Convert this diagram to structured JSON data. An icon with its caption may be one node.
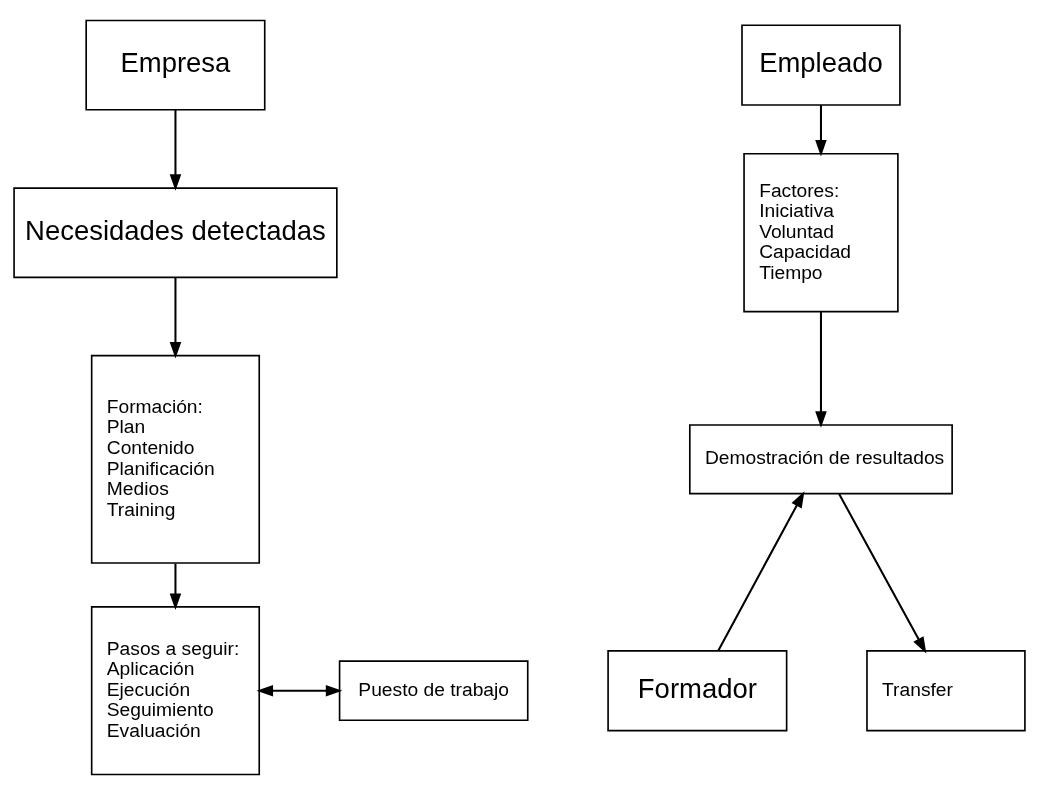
{
  "diagram": {
    "nodes": [
      {
        "text": [
          "Empresa"
        ]
      },
      {
        "text": [
          "Necesidades detectadas"
        ]
      },
      {
        "text": [
          "Formación:",
          "Plan",
          "Contenido",
          "Planificación",
          "Medios",
          "Training"
        ]
      },
      {
        "text": [
          "Pasos a seguir:",
          "Aplicación",
          "Ejecución",
          "Seguimiento",
          "Evaluación"
        ]
      },
      {
        "text": [
          "Puesto de trabajo"
        ]
      },
      {
        "text": [
          "Formador"
        ]
      },
      {
        "text": [
          "Empleado"
        ]
      },
      {
        "text": [
          "Factores:",
          "Iniciativa",
          "Voluntad",
          "Capacidad",
          "Tiempo"
        ]
      },
      {
        "text": [
          "Demostración de resultados"
        ]
      },
      {
        "text": [
          "Transfer"
        ]
      }
    ],
    "edges": [
      {
        "from": 0,
        "to": 1,
        "arrow": "to"
      },
      {
        "from": 1,
        "to": 2,
        "arrow": "to"
      },
      {
        "from": 2,
        "to": 3,
        "arrow": "to"
      },
      {
        "from": 3,
        "to": 4,
        "arrow": "both"
      },
      {
        "from": 6,
        "to": 7,
        "arrow": "to"
      },
      {
        "from": 7,
        "to": 8,
        "arrow": "to"
      },
      {
        "from": 5,
        "to": 8,
        "arrow": "to"
      },
      {
        "from": 8,
        "to": 9,
        "arrow": "to"
      }
    ]
  }
}
